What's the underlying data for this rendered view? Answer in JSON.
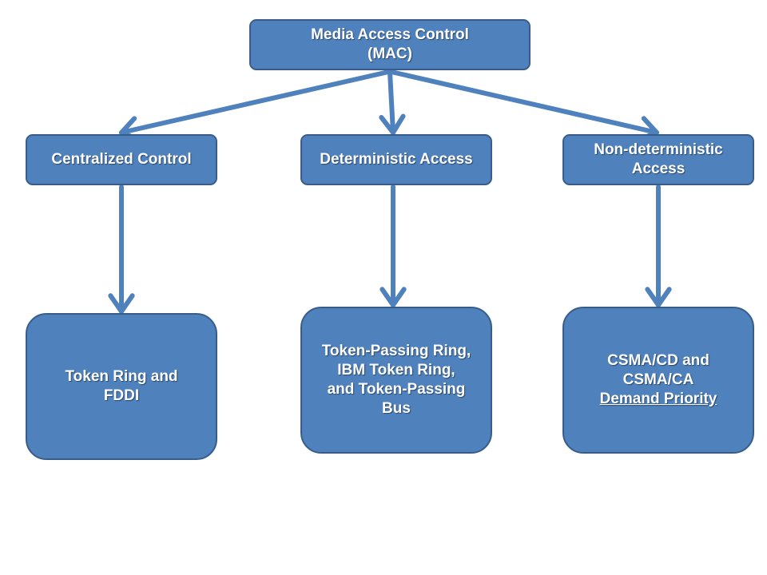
{
  "colors": {
    "node_fill": "#4f81bd",
    "node_border": "#385d8a",
    "arrow": "#4f81bd",
    "text": "#ffffff"
  },
  "nodes": {
    "root": {
      "lines": [
        "Media Access Control",
        "(MAC)"
      ]
    },
    "centralized": {
      "lines": [
        "Centralized Control"
      ]
    },
    "deterministic": {
      "lines": [
        "Deterministic Access"
      ]
    },
    "nondeterministic": {
      "lines": [
        "Non-deterministic",
        "Access"
      ]
    },
    "token_ring": {
      "lines": [
        "Token Ring and",
        "FDDI"
      ]
    },
    "token_passing": {
      "lines": [
        "Token-Passing Ring,",
        "IBM Token Ring,",
        "and Token-Passing",
        "Bus"
      ]
    },
    "csma": {
      "lines": [
        "CSMA/CD and",
        "CSMA/CA",
        "Demand Priority"
      ]
    }
  },
  "edges": [
    {
      "from": "root",
      "to": "centralized"
    },
    {
      "from": "root",
      "to": "deterministic"
    },
    {
      "from": "root",
      "to": "nondeterministic"
    },
    {
      "from": "centralized",
      "to": "token_ring"
    },
    {
      "from": "deterministic",
      "to": "token_passing"
    },
    {
      "from": "nondeterministic",
      "to": "csma"
    }
  ]
}
